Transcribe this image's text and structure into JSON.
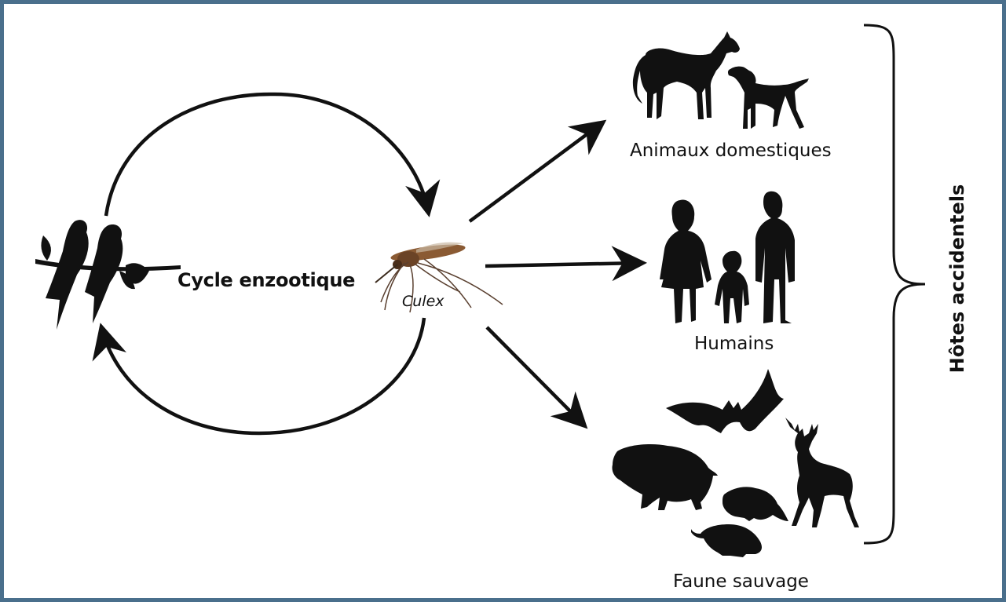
{
  "diagram": {
    "enzootic_cycle_label": "Cycle enzootique",
    "vector_label": "Culex",
    "accidental_hosts_label": "Hôtes accidentels",
    "hosts": [
      {
        "label": "Animaux domestiques"
      },
      {
        "label": "Humains"
      },
      {
        "label": "Faune sauvage"
      }
    ]
  },
  "colors": {
    "frame": "#4a6f8c",
    "ink": "#111111",
    "mosquito_body": "#8a5a33",
    "background": "#ffffff"
  },
  "icons": [
    "birds-on-branch-icon",
    "mosquito-icon",
    "horse-icon",
    "dog-icon",
    "woman-icon",
    "child-icon",
    "man-icon",
    "bat-icon",
    "boar-icon",
    "rat-icon",
    "mouse-icon",
    "deer-icon",
    "curly-brace-icon"
  ]
}
